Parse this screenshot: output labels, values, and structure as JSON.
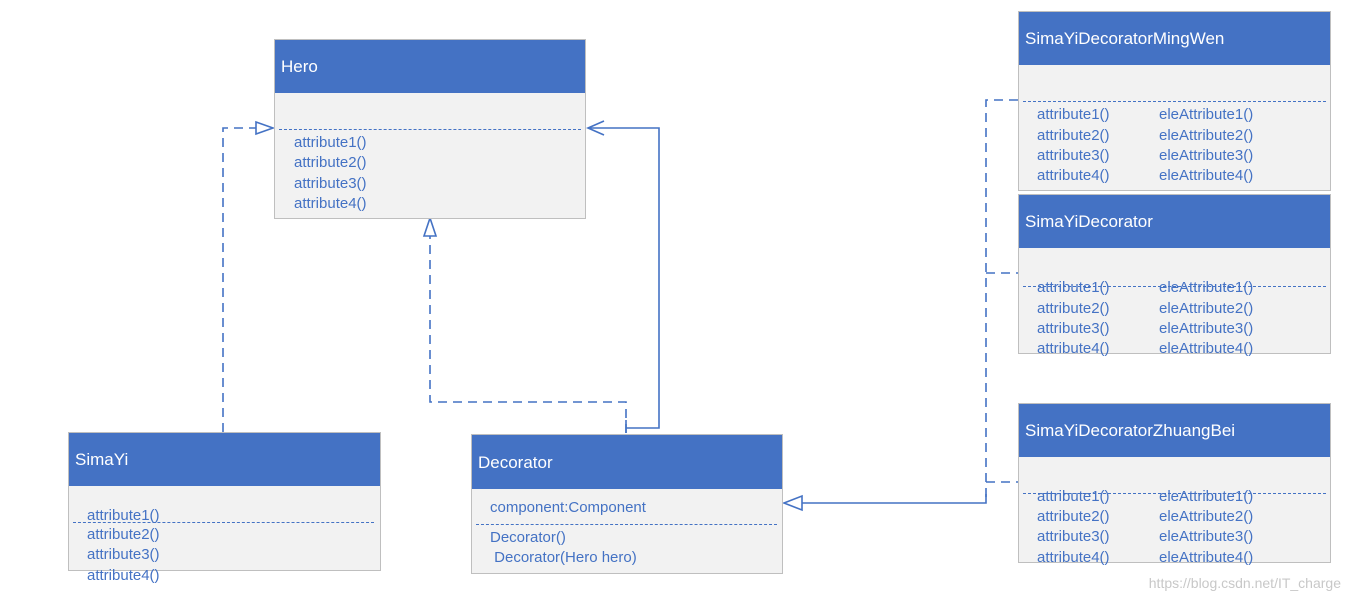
{
  "colors": {
    "accent": "#4472c4",
    "box_bg": "#f2f2f2",
    "box_border": "#bfbfbf"
  },
  "classes": {
    "hero": {
      "name": "Hero",
      "methods": [
        "attribute1()",
        "attribute2()",
        "attribute3()",
        "attribute4()"
      ]
    },
    "simayi": {
      "name": "SimaYi",
      "methods": [
        "attribute1()",
        "attribute2()",
        "attribute3()",
        "attribute4()"
      ]
    },
    "decorator": {
      "name": "Decorator",
      "fields": [
        "component:Component"
      ],
      "methods": [
        "Decorator()",
        " Decorator(Hero hero)"
      ]
    },
    "mingwen": {
      "name": "SimaYiDecoratorMingWen",
      "methods": [
        "attribute1()",
        "attribute2()",
        "attribute3()",
        "attribute4()"
      ],
      "ele_methods": [
        "eleAttribute1()",
        "eleAttribute2()",
        "eleAttribute3()",
        "eleAttribute4()"
      ]
    },
    "simayidecorator": {
      "name": "SimaYiDecorator",
      "methods": [
        "attribute1()",
        "attribute2()",
        "attribute3()",
        "attribute4()"
      ],
      "ele_methods": [
        "eleAttribute1()",
        "eleAttribute2()",
        "eleAttribute3()",
        "eleAttribute4()"
      ]
    },
    "zhuangbei": {
      "name": "SimaYiDecoratorZhuangBei",
      "methods": [
        "attribute1()",
        "attribute2()",
        "attribute3()",
        "attribute4()"
      ],
      "ele_methods": [
        "eleAttribute1()",
        "eleAttribute2()",
        "eleAttribute3()",
        "eleAttribute4()"
      ]
    }
  },
  "watermark": "https://blog.csdn.net/IT_charge"
}
